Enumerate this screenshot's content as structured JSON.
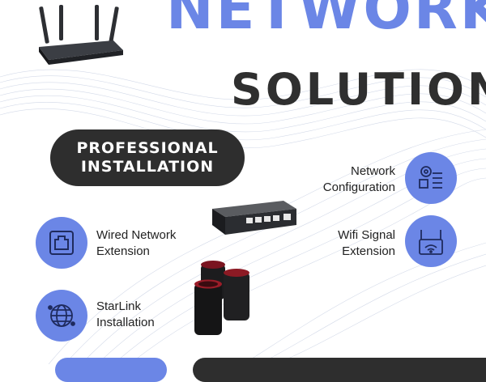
{
  "headline": {
    "line1": "NETWORK",
    "line2": "SOLUTION"
  },
  "badge": {
    "line1": "PROFESSIONAL",
    "line2": "INSTALLATION"
  },
  "services": [
    {
      "line1": "Network",
      "line2": "Configuration",
      "icon": "network-config-icon"
    },
    {
      "line1": "Wired Network",
      "line2": "Extension",
      "icon": "ethernet-port-icon"
    },
    {
      "line1": "Wifi Signal",
      "line2": "Extension",
      "icon": "wifi-extender-icon"
    },
    {
      "line1": "StarLink",
      "line2": "Installation",
      "icon": "globe-network-icon"
    }
  ],
  "colors": {
    "accent": "#6b86e6",
    "dark": "#2e2e2e",
    "background": "#ffffff"
  }
}
